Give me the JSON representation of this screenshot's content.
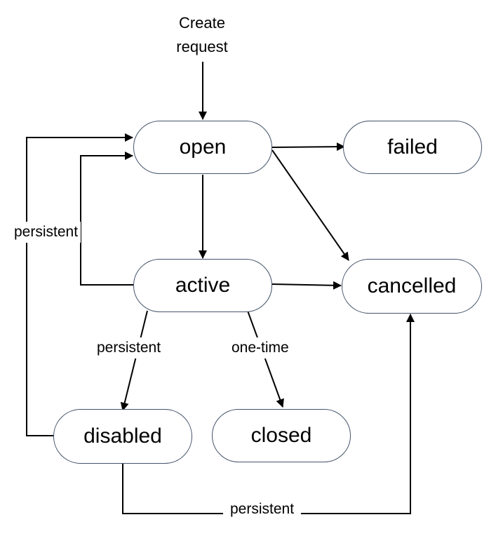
{
  "diagram": {
    "start_label": "Create\nrequest",
    "states": {
      "open": "open",
      "failed": "failed",
      "active": "active",
      "cancelled": "cancelled",
      "disabled": "disabled",
      "closed": "closed"
    },
    "edge_labels": {
      "disabled_to_open": "persistent",
      "active_to_disabled": "persistent",
      "active_to_closed": "one-time",
      "disabled_to_cancelled": "persistent"
    },
    "colors": {
      "node_border": "#44546a",
      "arrow": "#000000"
    }
  }
}
